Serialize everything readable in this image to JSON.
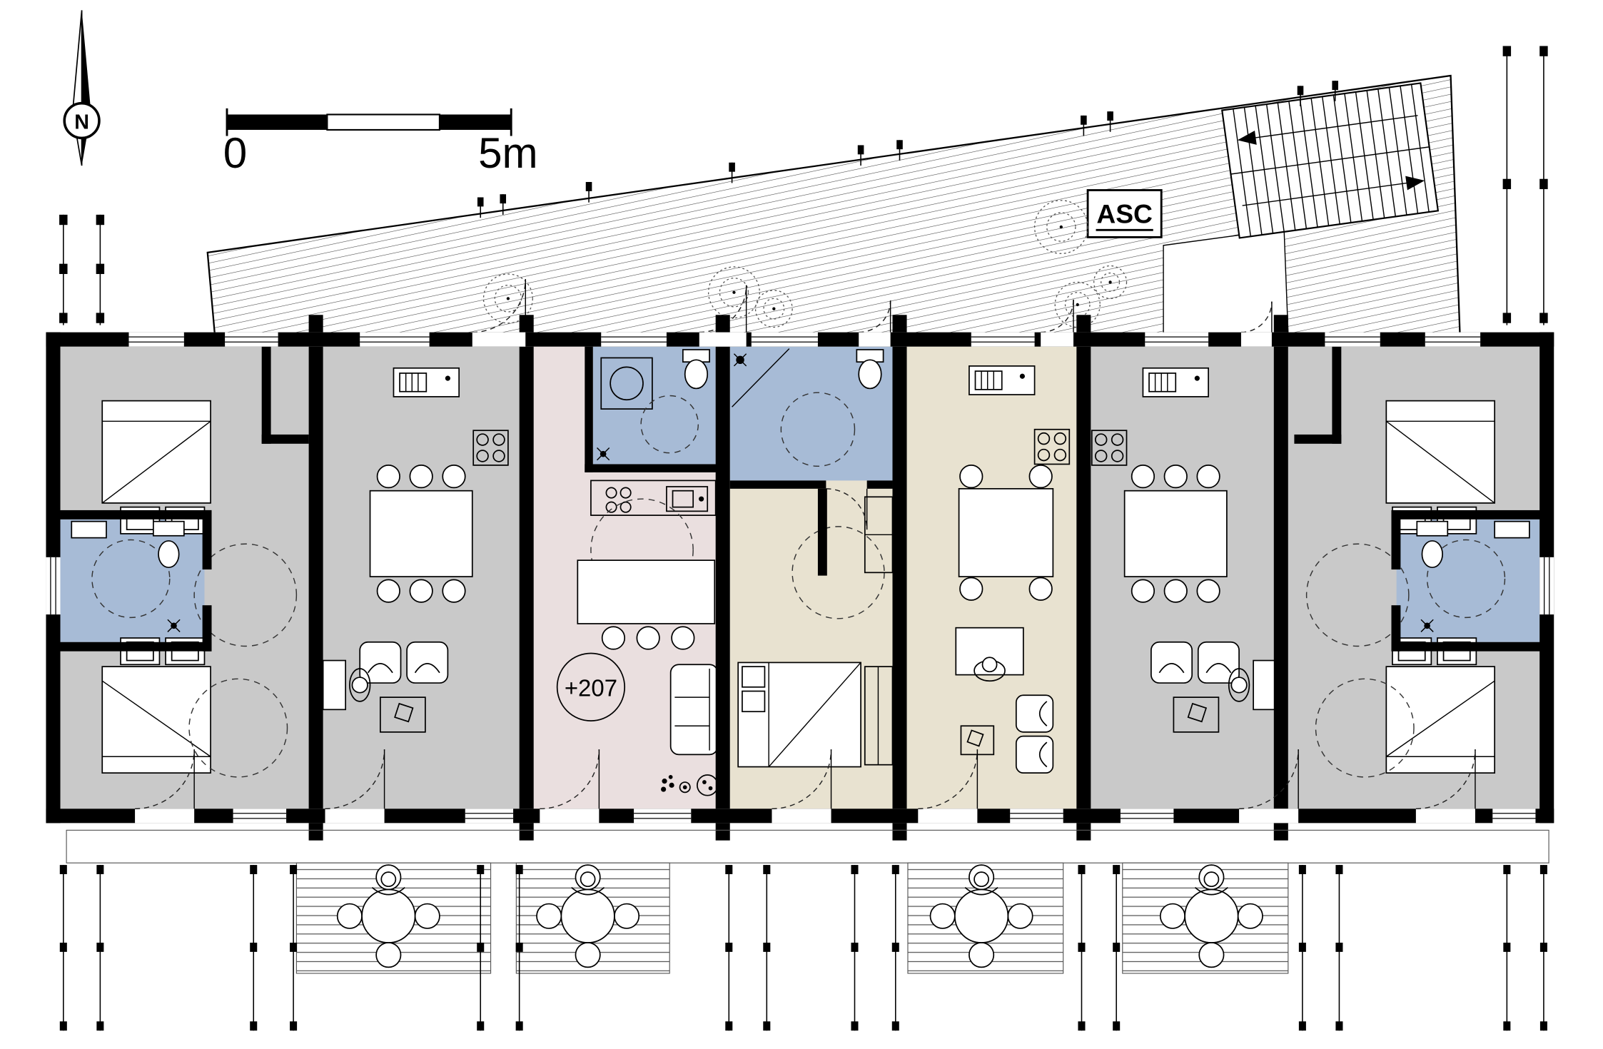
{
  "labels": {
    "north": "N",
    "scale_start": "0",
    "scale_end": "5m",
    "elevator": "ASC",
    "level": "+207"
  },
  "colors": {
    "wall": "#000000",
    "room_gray": "#c9c9c9",
    "bathroom_blue": "#a7bbd6",
    "living_pink": "#eadfdf",
    "living_beige": "#e8e2d0",
    "paper": "#ffffff"
  }
}
